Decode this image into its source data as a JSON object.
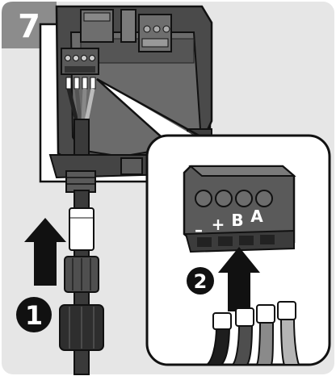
{
  "step": {
    "number": "7"
  },
  "callouts": [
    {
      "number": "1"
    },
    {
      "number": "2"
    }
  ],
  "terminal": {
    "labels": [
      "–",
      "+",
      "B",
      "A"
    ]
  },
  "colors": {
    "panel_bg": "#e6e6e6",
    "badge_bg": "#8c8c8c",
    "outline": "#111111",
    "housing_dark": "#4a4a4a",
    "housing_mid": "#6e6e6e",
    "connector_mid": "#5a5a5a",
    "callout_bg": "#111111",
    "callout_fg": "#ffffff"
  }
}
